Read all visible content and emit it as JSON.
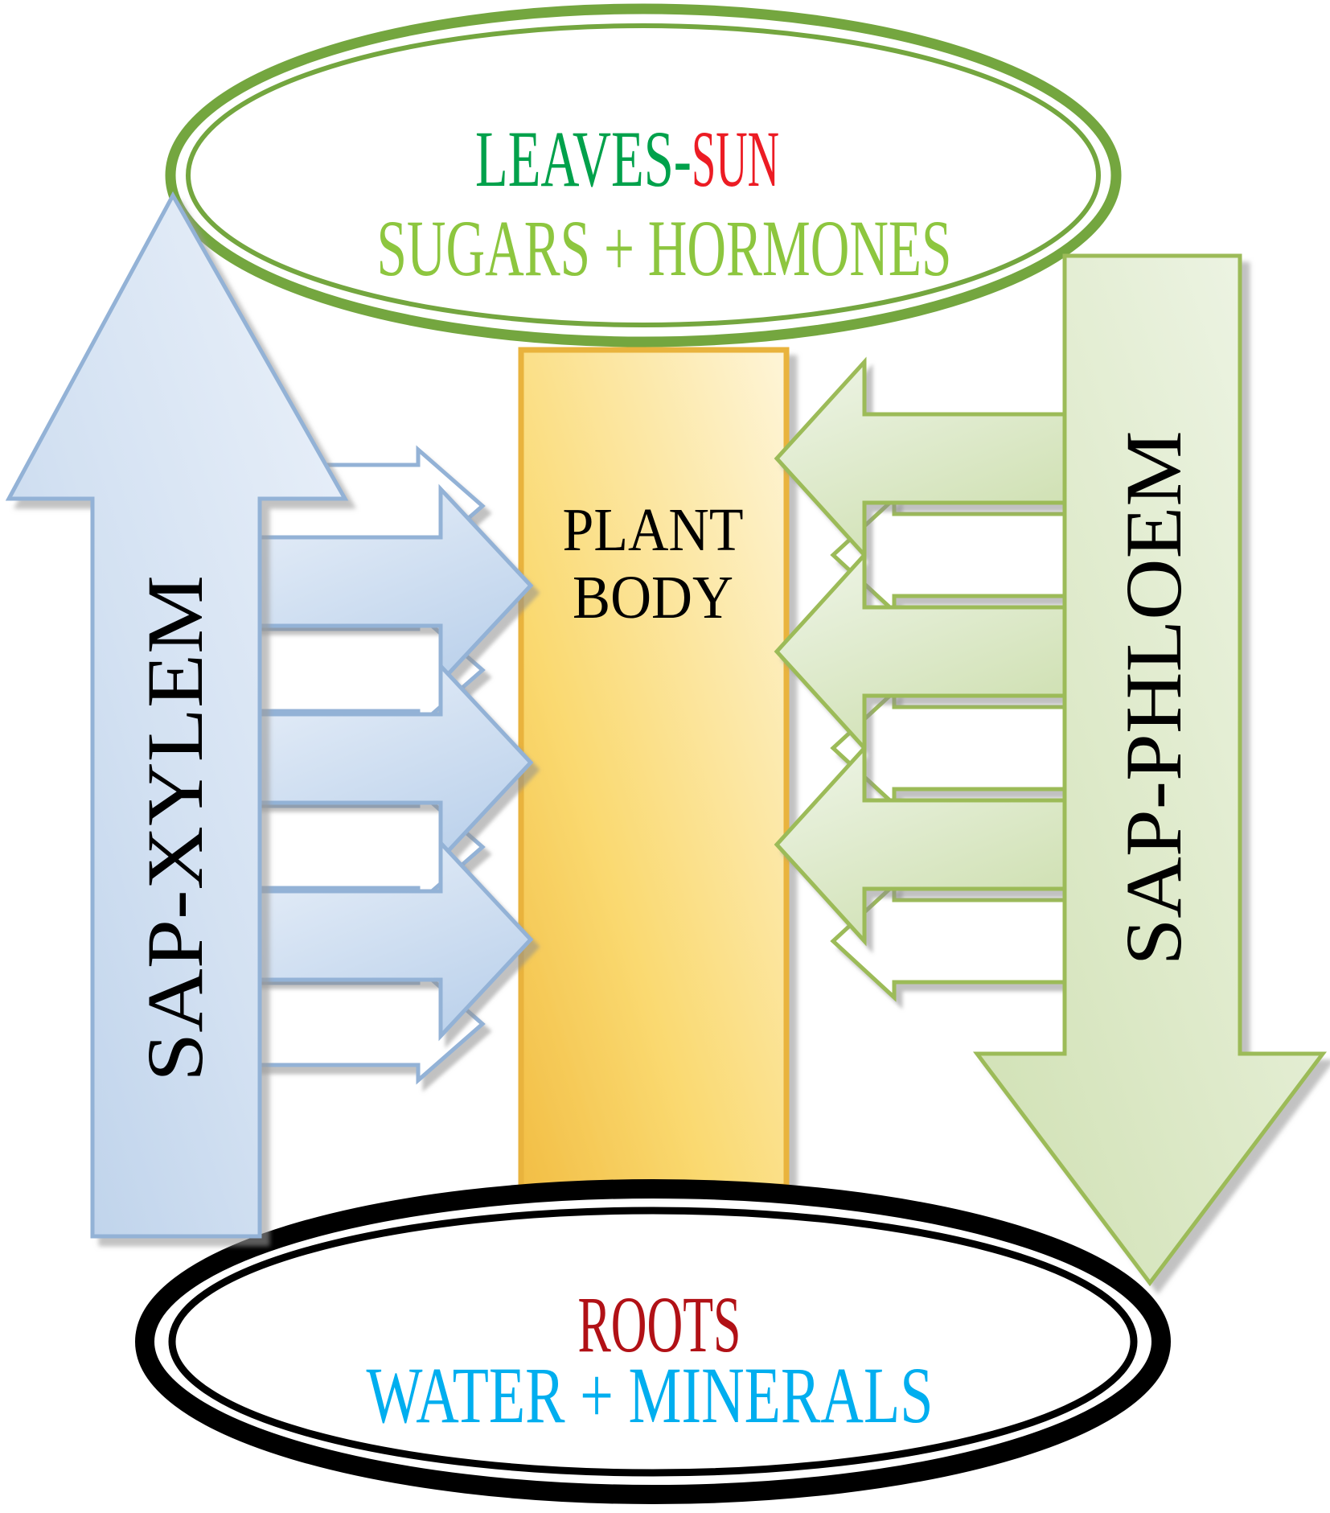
{
  "diagram": {
    "title_implicit": "Plant sap transport diagram",
    "top_ellipse": {
      "line1_part1": "LEAVES-",
      "line1_part2": "SUN",
      "line2": "SUGARS + HORMONES"
    },
    "bottom_ellipse": {
      "line1": "ROOTS",
      "line2": "WATER + MINERALS"
    },
    "center_box": {
      "line1": "PLANT",
      "line2": "BODY"
    },
    "left_big_arrow_label": "SAP-XYLEM",
    "right_big_arrow_label": "SAP-PHLOEM"
  },
  "colors": {
    "leaves_green": "#00A14B",
    "sun_red": "#EC1C24",
    "sugars_light_green": "#8DC63F",
    "roots_dark_red": "#B11116",
    "water_cyan": "#00AEEF",
    "plant_text_black": "#000000",
    "top_ring_green": "#74A63F",
    "bottom_ring_black": "#000000",
    "xylem_blue_stroke": "#93B2D6",
    "phloem_green_stroke": "#9CBB59",
    "plant_body_gold_border": "#E9B33C"
  }
}
